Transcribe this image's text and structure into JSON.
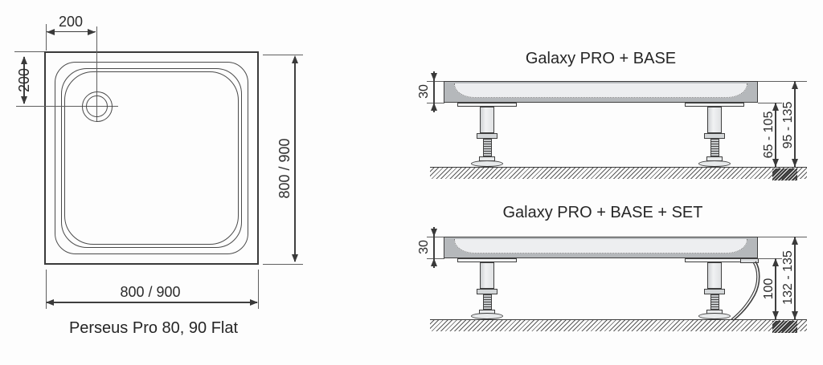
{
  "drawing": {
    "plan": {
      "caption": "Perseus Pro 80, 90 Flat",
      "dim_offset_top": "200",
      "dim_offset_left": "200",
      "dim_width_bottom": "800 / 900",
      "dim_height_right": "800 / 900"
    },
    "sections": [
      {
        "title": "Galaxy PRO + BASE",
        "dim_tray_thickness": "30",
        "dim_leg_clearance": "65 - 105",
        "dim_total_height": "95 - 135"
      },
      {
        "title": "Galaxy PRO + BASE + SET",
        "dim_tray_thickness": "30",
        "dim_leg_clearance": "100",
        "dim_total_height": "132 - 135"
      }
    ],
    "colors": {
      "line": "#3f3f3f",
      "tray_shell": "#b5b8bb",
      "tray_basin": "#edeef0",
      "background": "#fdfdfd"
    }
  }
}
